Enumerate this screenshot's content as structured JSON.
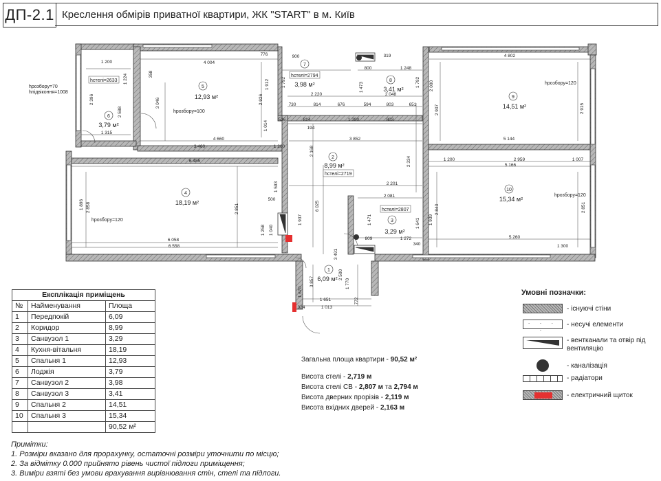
{
  "header": {
    "code": "ДП-2.1",
    "title": "Креслення обмірів приватної квартири, ЖК \"START\" в м. Київ"
  },
  "rooms": [
    {
      "no": "1",
      "area": "6,09 м²"
    },
    {
      "no": "2",
      "area": "8,99 м²"
    },
    {
      "no": "3",
      "area": "3,29 м²"
    },
    {
      "no": "4",
      "area": "18,19 м²"
    },
    {
      "no": "5",
      "area": "12,93 м²"
    },
    {
      "no": "6",
      "area": "3,79 м²"
    },
    {
      "no": "7",
      "area": "3,98 м²"
    },
    {
      "no": "8",
      "area": "3,41 м²"
    },
    {
      "no": "9",
      "area": "14,51 м²"
    },
    {
      "no": "10",
      "area": "15,34 м²"
    }
  ],
  "plan_labels": {
    "h_ceil_6": "hстелі=2633",
    "h_ceil_7": "hстелі=2794",
    "h_ceil_2": "hстелі=2719",
    "h_ceil_3": "hстелі=2807",
    "h_rad_5": "hрозбору=100",
    "h_rad_4": "hрозбору=120",
    "h_rad_9": "hрозбору=120",
    "h_rad_10": "hрозбору=120",
    "h_rad_6": "hрозбору=70",
    "h_window_6": "hпідвіконня=1008"
  },
  "dimensions": {
    "d_4004": "4 004",
    "d_776": "776",
    "d_900": "900",
    "d_319": "319",
    "d_4802": "4 802",
    "d_1200": "1 200",
    "d_1224": "1 224",
    "d_358": "358",
    "d_800": "800",
    "d_1248": "1 248",
    "d_2220": "2 220",
    "d_2048": "2 048",
    "d_1792a": "1 792",
    "d_1473": "1 473",
    "d_1792b": "1 792",
    "d_2000": "2 000",
    "d_2907": "2 907",
    "d_3046": "3 046",
    "d_2926": "2 926",
    "d_1912": "1 912",
    "d_730": "730",
    "d_814a": "814",
    "d_676": "676",
    "d_594": "594",
    "d_803a": "803",
    "d_651": "651",
    "d_536": "536",
    "d_814b": "814",
    "d_1390": "1 390",
    "d_803b": "803",
    "d_194": "194",
    "d_1315": "1 315",
    "d_4660": "4 660",
    "d_3460": "3 460",
    "d_1200b": "1 200",
    "d_3852": "3 852",
    "d_5144": "5 144",
    "d_6485": "6 485",
    "d_1200c": "1 200",
    "d_2959": "2 959",
    "d_1007": "1 007",
    "d_5166": "5 166",
    "d_2201": "2 201",
    "d_2081": "2 081",
    "d_500": "500",
    "d_1258": "1 258",
    "d_809": "809",
    "d_1272": "1 272",
    "d_340": "340",
    "d_6058": "6 058",
    "d_6558": "6 558",
    "d_5260": "5 260",
    "d_1300": "1 300",
    "d_3857": "3 857",
    "d_6025": "6 025",
    "d_2168": "2 168",
    "d_2851": "2 851",
    "d_2858": "2 858",
    "d_1896": "1 896",
    "d_2843": "2 843",
    "d_1939": "1 939",
    "d_1641": "1 641",
    "d_1471": "1 471",
    "d_1937": "1 937",
    "d_3491": "3 491",
    "d_2500": "2 500",
    "d_1770": "1 770",
    "d_1670": "1 670",
    "d_1651": "1 651",
    "d_1013": "1 013",
    "d_324": "324",
    "d_772": "772",
    "d_2396": "2 396",
    "d_2588": "2 588",
    "d_1014": "1 014",
    "d_2334": "2 334",
    "d_1593": "1 593",
    "d_1040": "1 040",
    "d_2915": "2 915",
    "d_2851b": "2 851"
  },
  "explication": {
    "title": "Експлікація приміщень",
    "headers": [
      "№",
      "Найменування",
      "Площа"
    ],
    "rows": [
      [
        "1",
        "Передпокій",
        "6,09"
      ],
      [
        "2",
        "Коридор",
        "8,99"
      ],
      [
        "3",
        "Санвузол 1",
        "3,29"
      ],
      [
        "4",
        "Кухня-вітальня",
        "18,19"
      ],
      [
        "5",
        "Спальня 1",
        "12,93"
      ],
      [
        "6",
        "Лоджія",
        "3,79"
      ],
      [
        "7",
        "Санвузол 2",
        "3,98"
      ],
      [
        "8",
        "Санвузол 3",
        "3,41"
      ],
      [
        "9",
        "Спальня 2",
        "14,51"
      ],
      [
        "10",
        "Спальня 3",
        "15,34"
      ]
    ],
    "total": "90,52 м²"
  },
  "summary": {
    "total_label": "Загальна площа квартири - ",
    "total_value": "90,52 м²",
    "ceiling_label": "Висота стелі - ",
    "ceiling_value": "2,719 м",
    "ceiling_sv_label": "Висота стелі СВ - ",
    "ceiling_sv_value1": "2,807 м",
    "ceiling_sv_and": " та ",
    "ceiling_sv_value2": "2,794 м",
    "door_label": "Висота дверних прорізів - ",
    "door_value": "2,119 м",
    "entry_label": "Висота вхідних дверей - ",
    "entry_value": "2,163 м"
  },
  "legend": {
    "title": "Умовні позначки:",
    "items": [
      "- існуючі стіни",
      "- несучі елементи",
      "- вентканали та отвір під вентиляцію",
      "- каналізація",
      "- радіатори",
      "- електричний щиток"
    ]
  },
  "notes": {
    "title": "Примітки:",
    "items": [
      "1. Розміри вказано для прорахунку, остаточні розміри уточнити по місцю;",
      "2. За відмітку 0.000 прийнято рівень чистої підлоги приміщення;",
      "3. Виміри взяті без умови врахування вирівнювання стін, стелі та підлоги."
    ]
  },
  "colors": {
    "wall_fill": "#9a9a9a",
    "line": "#333333",
    "panel": "#e8eef0",
    "electric": "#e53030"
  }
}
